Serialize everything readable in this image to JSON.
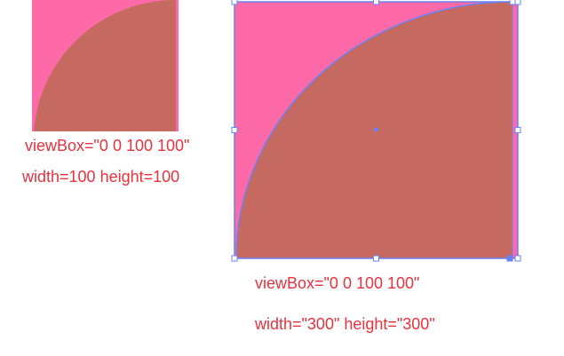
{
  "colors": {
    "pink_fill": "#fe6aa8",
    "arc_fill": "#c66a61",
    "selection_stroke": "#6b82f2",
    "annotation_text": "#e8323e"
  },
  "small_demo": {
    "viewbox_label": "viewBox=\"0 0 100 100\"",
    "size_label": "width=100 height=100"
  },
  "large_demo": {
    "viewbox_label": "viewBox=\"0 0 100 100\"",
    "size_label": "width=\"300\" height=\"300\""
  }
}
